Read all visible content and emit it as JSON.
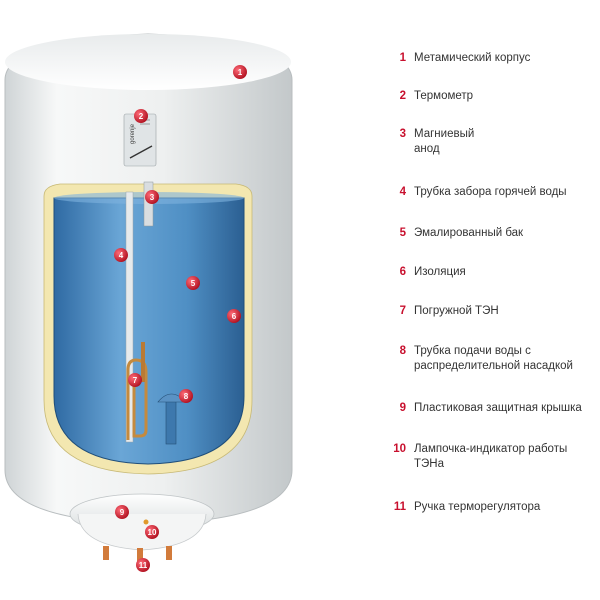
{
  "brand": "gorenje",
  "colors": {
    "accent": "#c8102e",
    "tank": "#4f8fc4",
    "insulation": "#f3e7b0",
    "body": "#eceeee"
  },
  "legend": [
    {
      "num": "1",
      "label": "Метамический корпус"
    },
    {
      "num": "2",
      "label": "Термометр"
    },
    {
      "num": "3",
      "label": "Магниевый анод"
    },
    {
      "num": "4",
      "label": "Трубка забора горячей воды"
    },
    {
      "num": "5",
      "label": "Эмалированный бак"
    },
    {
      "num": "6",
      "label": "Изоляция"
    },
    {
      "num": "7",
      "label": "Погружной ТЭН"
    },
    {
      "num": "8",
      "label": "Трубка подачи воды с распределительной насадкой"
    },
    {
      "num": "9",
      "label": "Пластиковая защитная крышка"
    },
    {
      "num": "10",
      "label": "Лампочка-индикатор работы ТЭНа"
    },
    {
      "num": "11",
      "label": "Ручка терморегулятора"
    }
  ],
  "callouts": [
    "1",
    "2",
    "3",
    "4",
    "5",
    "6",
    "7",
    "8",
    "9",
    "10",
    "11"
  ]
}
